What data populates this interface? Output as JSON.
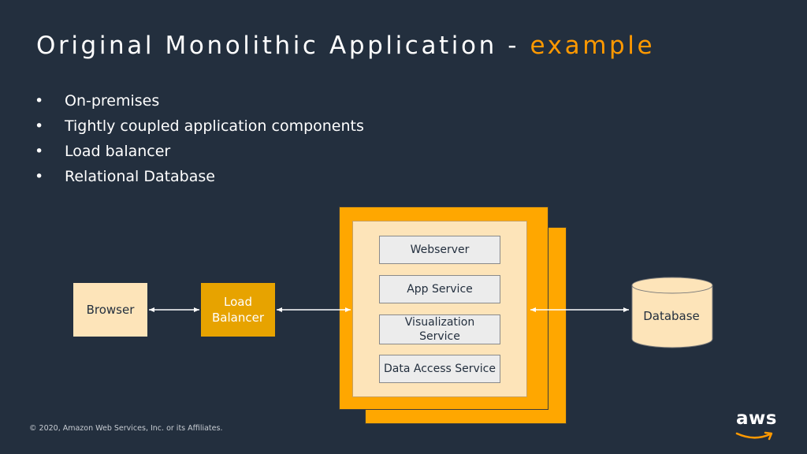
{
  "slide": {
    "title_main": "Original Monolithic Application - ",
    "title_accent": "example",
    "bullets": [
      "On-premises",
      "Tightly coupled application components",
      "Load balancer",
      "Relational Database"
    ],
    "bullet_symbol": "•"
  },
  "diagram": {
    "browser_label": "Browser",
    "load_balancer_label": "Load\nBalancer",
    "services": [
      "Webserver",
      "App Service",
      "Visualization\nService",
      "Data Access Service"
    ],
    "database_label": "Database"
  },
  "footer": {
    "copyright": "© 2020, Amazon Web Services, Inc. or its Affiliates.",
    "logo_text": "aws"
  },
  "colors": {
    "background": "#232f3e",
    "accent": "#ff9900",
    "light_box": "#fde4b9",
    "load_balancer": "#e7a300",
    "app_stack": "#ffa700"
  }
}
